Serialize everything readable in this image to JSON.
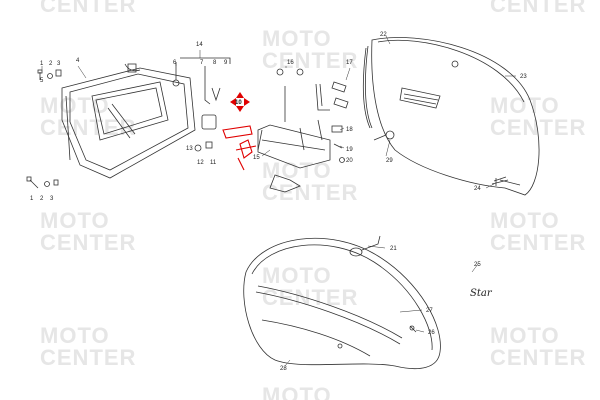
{
  "watermark": {
    "line1": "MOTO",
    "line2": "CENTER"
  },
  "highlight_color": "#e00000",
  "brand_label": "Star",
  "part_labels": {
    "p1": "1",
    "p2": "2",
    "p3": "3",
    "p4": "4",
    "p5": "5",
    "p6": "6",
    "p7": "7",
    "p8": "8",
    "p9": "9",
    "p10": "10",
    "p11": "11",
    "p12": "12",
    "p13": "13",
    "p14": "14",
    "p15": "15",
    "p16": "16",
    "p17": "17",
    "p18": "18",
    "p19": "19",
    "p20": "20",
    "p21": "21",
    "p22": "22",
    "p23": "23",
    "p24": "24",
    "p25": "25",
    "p26": "26",
    "p27": "27",
    "p28": "28",
    "p29": "29",
    "p1b": "1",
    "p2b": "2",
    "p3b": "3"
  }
}
